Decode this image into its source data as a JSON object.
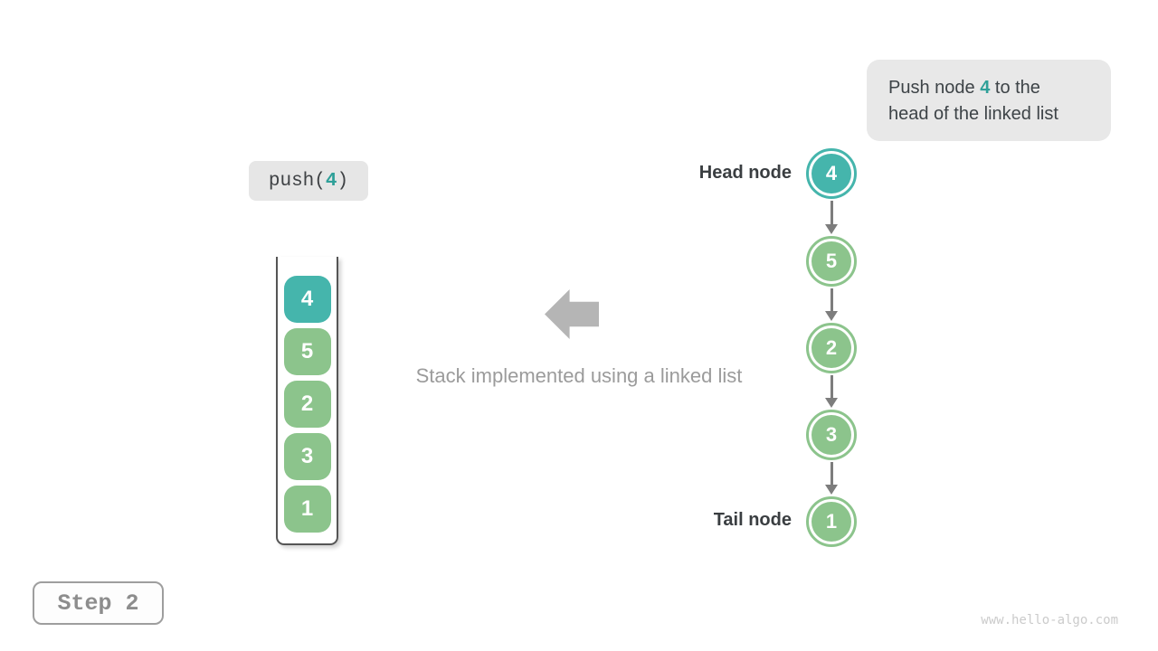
{
  "callout": {
    "line1_prefix": "Push node ",
    "line1_highlight": "4",
    "line1_suffix": " to the",
    "line2": "head of the linked list"
  },
  "push_label": {
    "prefix": "push(",
    "arg": "4",
    "suffix": ")"
  },
  "stack": {
    "items": [
      "4",
      "5",
      "2",
      "3",
      "1"
    ]
  },
  "linked_list": {
    "head_label": "Head node",
    "tail_label": "Tail node",
    "nodes": [
      "4",
      "5",
      "2",
      "3",
      "1"
    ]
  },
  "caption": "Stack implemented using a linked list",
  "step_label": "Step 2",
  "watermark": "www.hello-algo.com",
  "colors": {
    "teal": "#45b5ac",
    "green": "#8cc48c",
    "highlight_text": "#2fa099",
    "connector_gray": "#7d7d7d",
    "block_arrow_gray": "#b5b5b5",
    "callout_bg": "#e8e8e8"
  }
}
